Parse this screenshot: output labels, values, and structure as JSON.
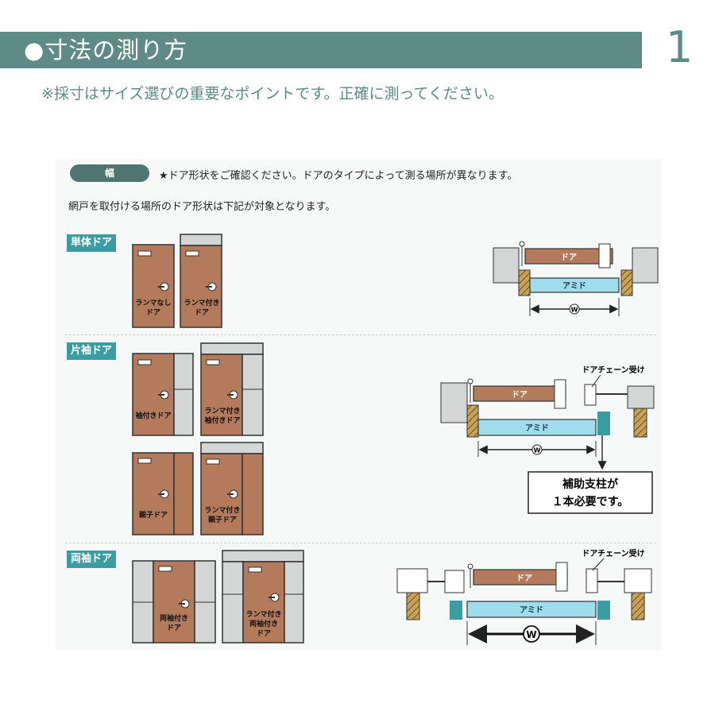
{
  "header": {
    "title": "●寸法の測り方",
    "number": "1"
  },
  "note": "※採寸はサイズ選びの重要なポイントです。正確に測ってください。",
  "panel": {
    "pill": "幅",
    "intro1": "★ドア形状をご確認ください。ドアのタイプによって測る場所が異なります。",
    "intro2": "網戸を取付ける場所のドア形状は下記が対象となります。"
  },
  "sections": {
    "single": {
      "tag": "単体ドア",
      "door1": [
        "ランマなし",
        "ドア"
      ],
      "door2": [
        "ランマ付き",
        "ドア"
      ]
    },
    "one_side": {
      "tag": "片袖ドア",
      "door1": [
        "袖付きドア"
      ],
      "door2": [
        "ランマ付き",
        "袖付きドア"
      ],
      "door3": [
        "親子ドア"
      ],
      "door4": [
        "ランマ付き",
        "親子ドア"
      ]
    },
    "both_sides": {
      "tag": "両袖ドア",
      "door1": [
        "両袖付き",
        "ドア"
      ],
      "door2": [
        "ランマ付き",
        "両袖付き",
        "ドア"
      ]
    }
  },
  "diagram": {
    "door_label": "ドア",
    "screen_label": "アミド",
    "width_symbol": "W",
    "chain_label": "ドアチェーン受け",
    "support_note": [
      "補助支柱が",
      "１本必要です。"
    ]
  },
  "colors": {
    "header": "#5e8a87",
    "tag": "#3b9da1",
    "door": "#b37a5c",
    "screen": "#9fdcec",
    "wood": "#c9a35a"
  }
}
